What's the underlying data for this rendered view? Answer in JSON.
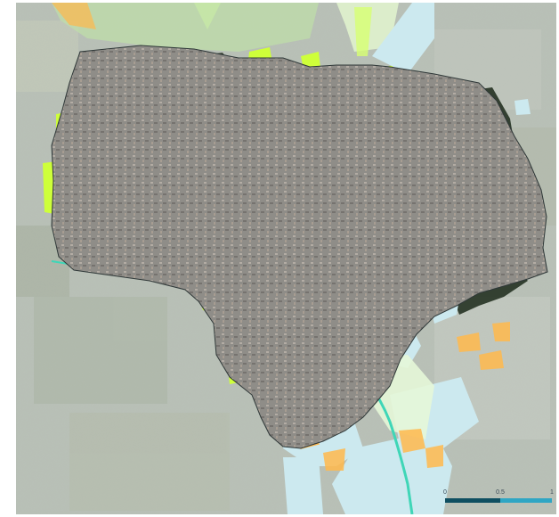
{
  "map": {
    "legend_colors": {
      "urban_fabric": "#9d9a96",
      "dark_forest": "#273323",
      "woodland_green": "#1e5a14",
      "lime_meadow": "#ceff3a",
      "water_light": "#cce9ef",
      "stream": "#3fd6b7",
      "pond": "#27c7d9",
      "orange_zone": "#ffb84c",
      "brown_zone": "#8a3a13"
    },
    "scale": {
      "labels": [
        "0",
        "0.5",
        "1"
      ],
      "colors": [
        "#0f4f61",
        "#2fa6c4"
      ]
    }
  }
}
